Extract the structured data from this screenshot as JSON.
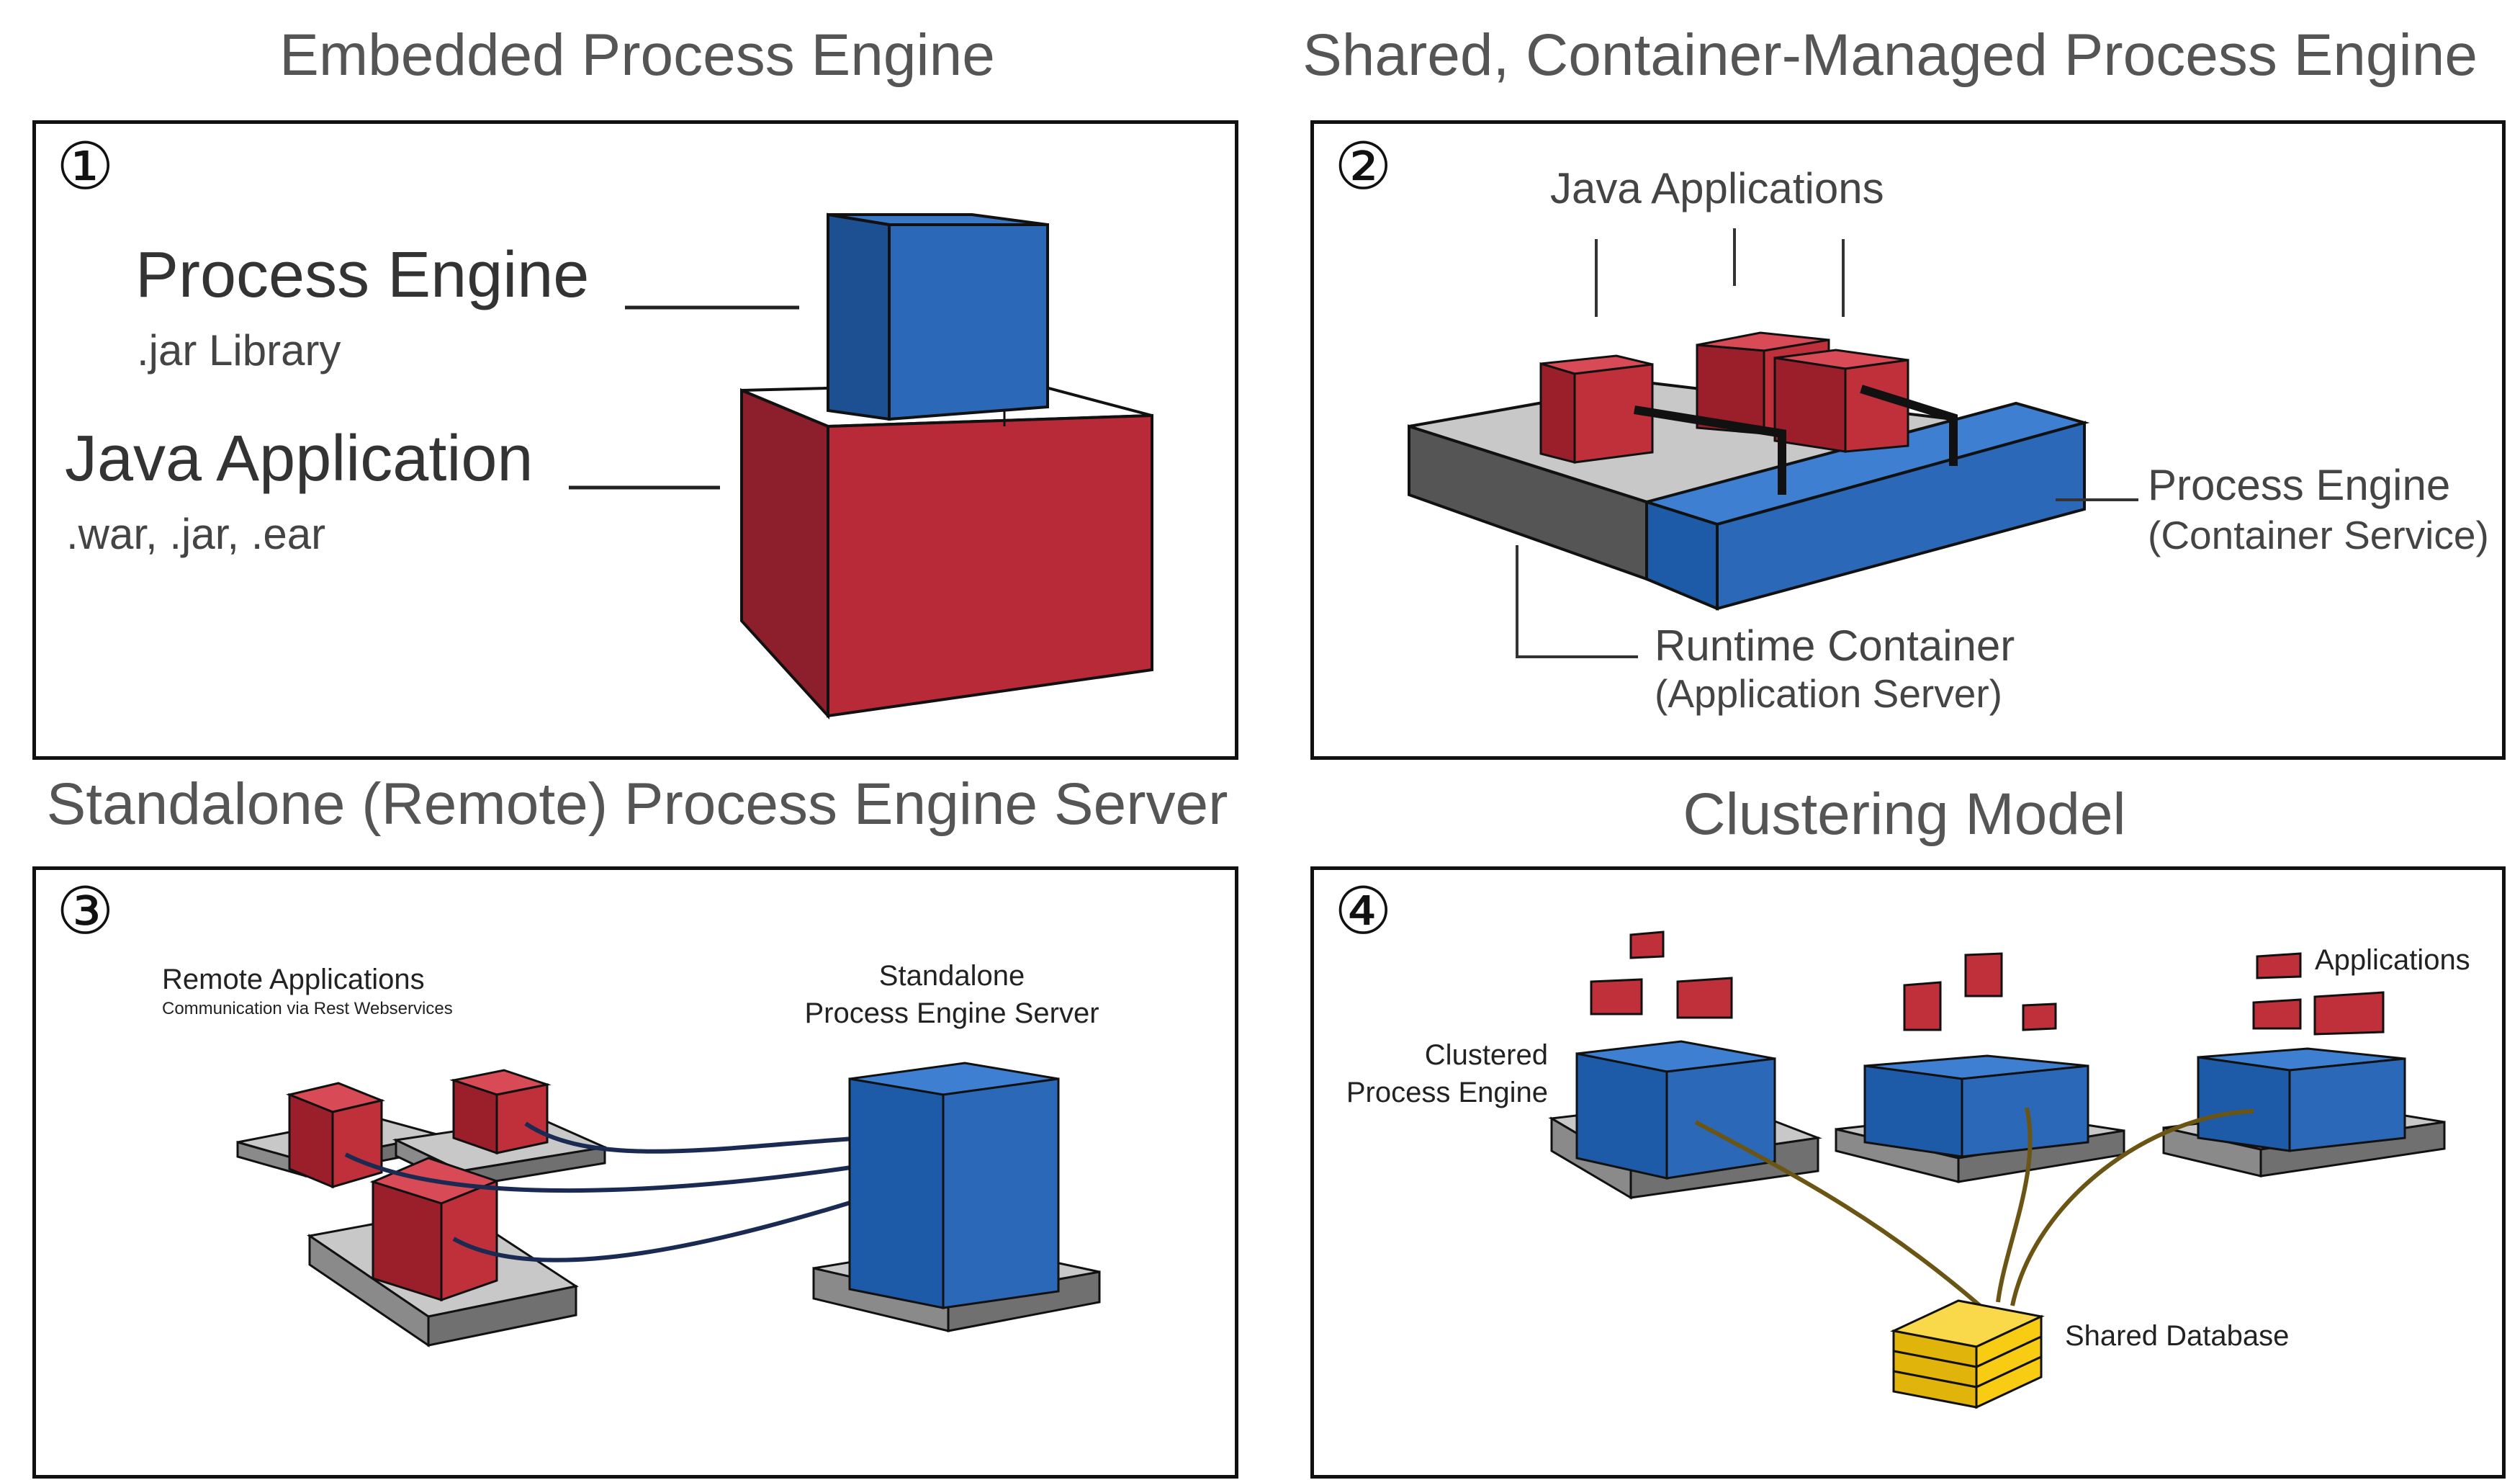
{
  "panels": [
    {
      "title": "Embedded Process Engine",
      "number": "①",
      "engine_label": "Process Engine",
      "engine_sub": ".jar Library",
      "app_label": "Java Application",
      "app_sub": ".war, .jar, .ear"
    },
    {
      "title": "Shared, Container-Managed Process Engine",
      "number": "②",
      "apps_label": "Java Applications",
      "engine_label": "Process Engine",
      "engine_sub": "(Container Service)",
      "container_label": "Runtime Container",
      "container_sub": "(Application Server)"
    },
    {
      "title": "Standalone (Remote) Process Engine Server",
      "number": "③",
      "remote_label": "Remote Applications",
      "remote_sub": "Communication via Rest Webservices",
      "server_label_1": "Standalone",
      "server_label_2": "Process Engine Server"
    },
    {
      "title": "Clustering Model",
      "number": "④",
      "apps_label": "Applications",
      "cluster_label_1": "Clustered",
      "cluster_label_2": "Process Engine",
      "db_label": "Shared Database"
    }
  ],
  "colors": {
    "red": "#c0303a",
    "blue": "#2b68b8",
    "grey": "#bdbdbd",
    "yellow": "#f7cc12",
    "cable_dark": "#1a2a52",
    "cable_olive": "#6b5514"
  }
}
